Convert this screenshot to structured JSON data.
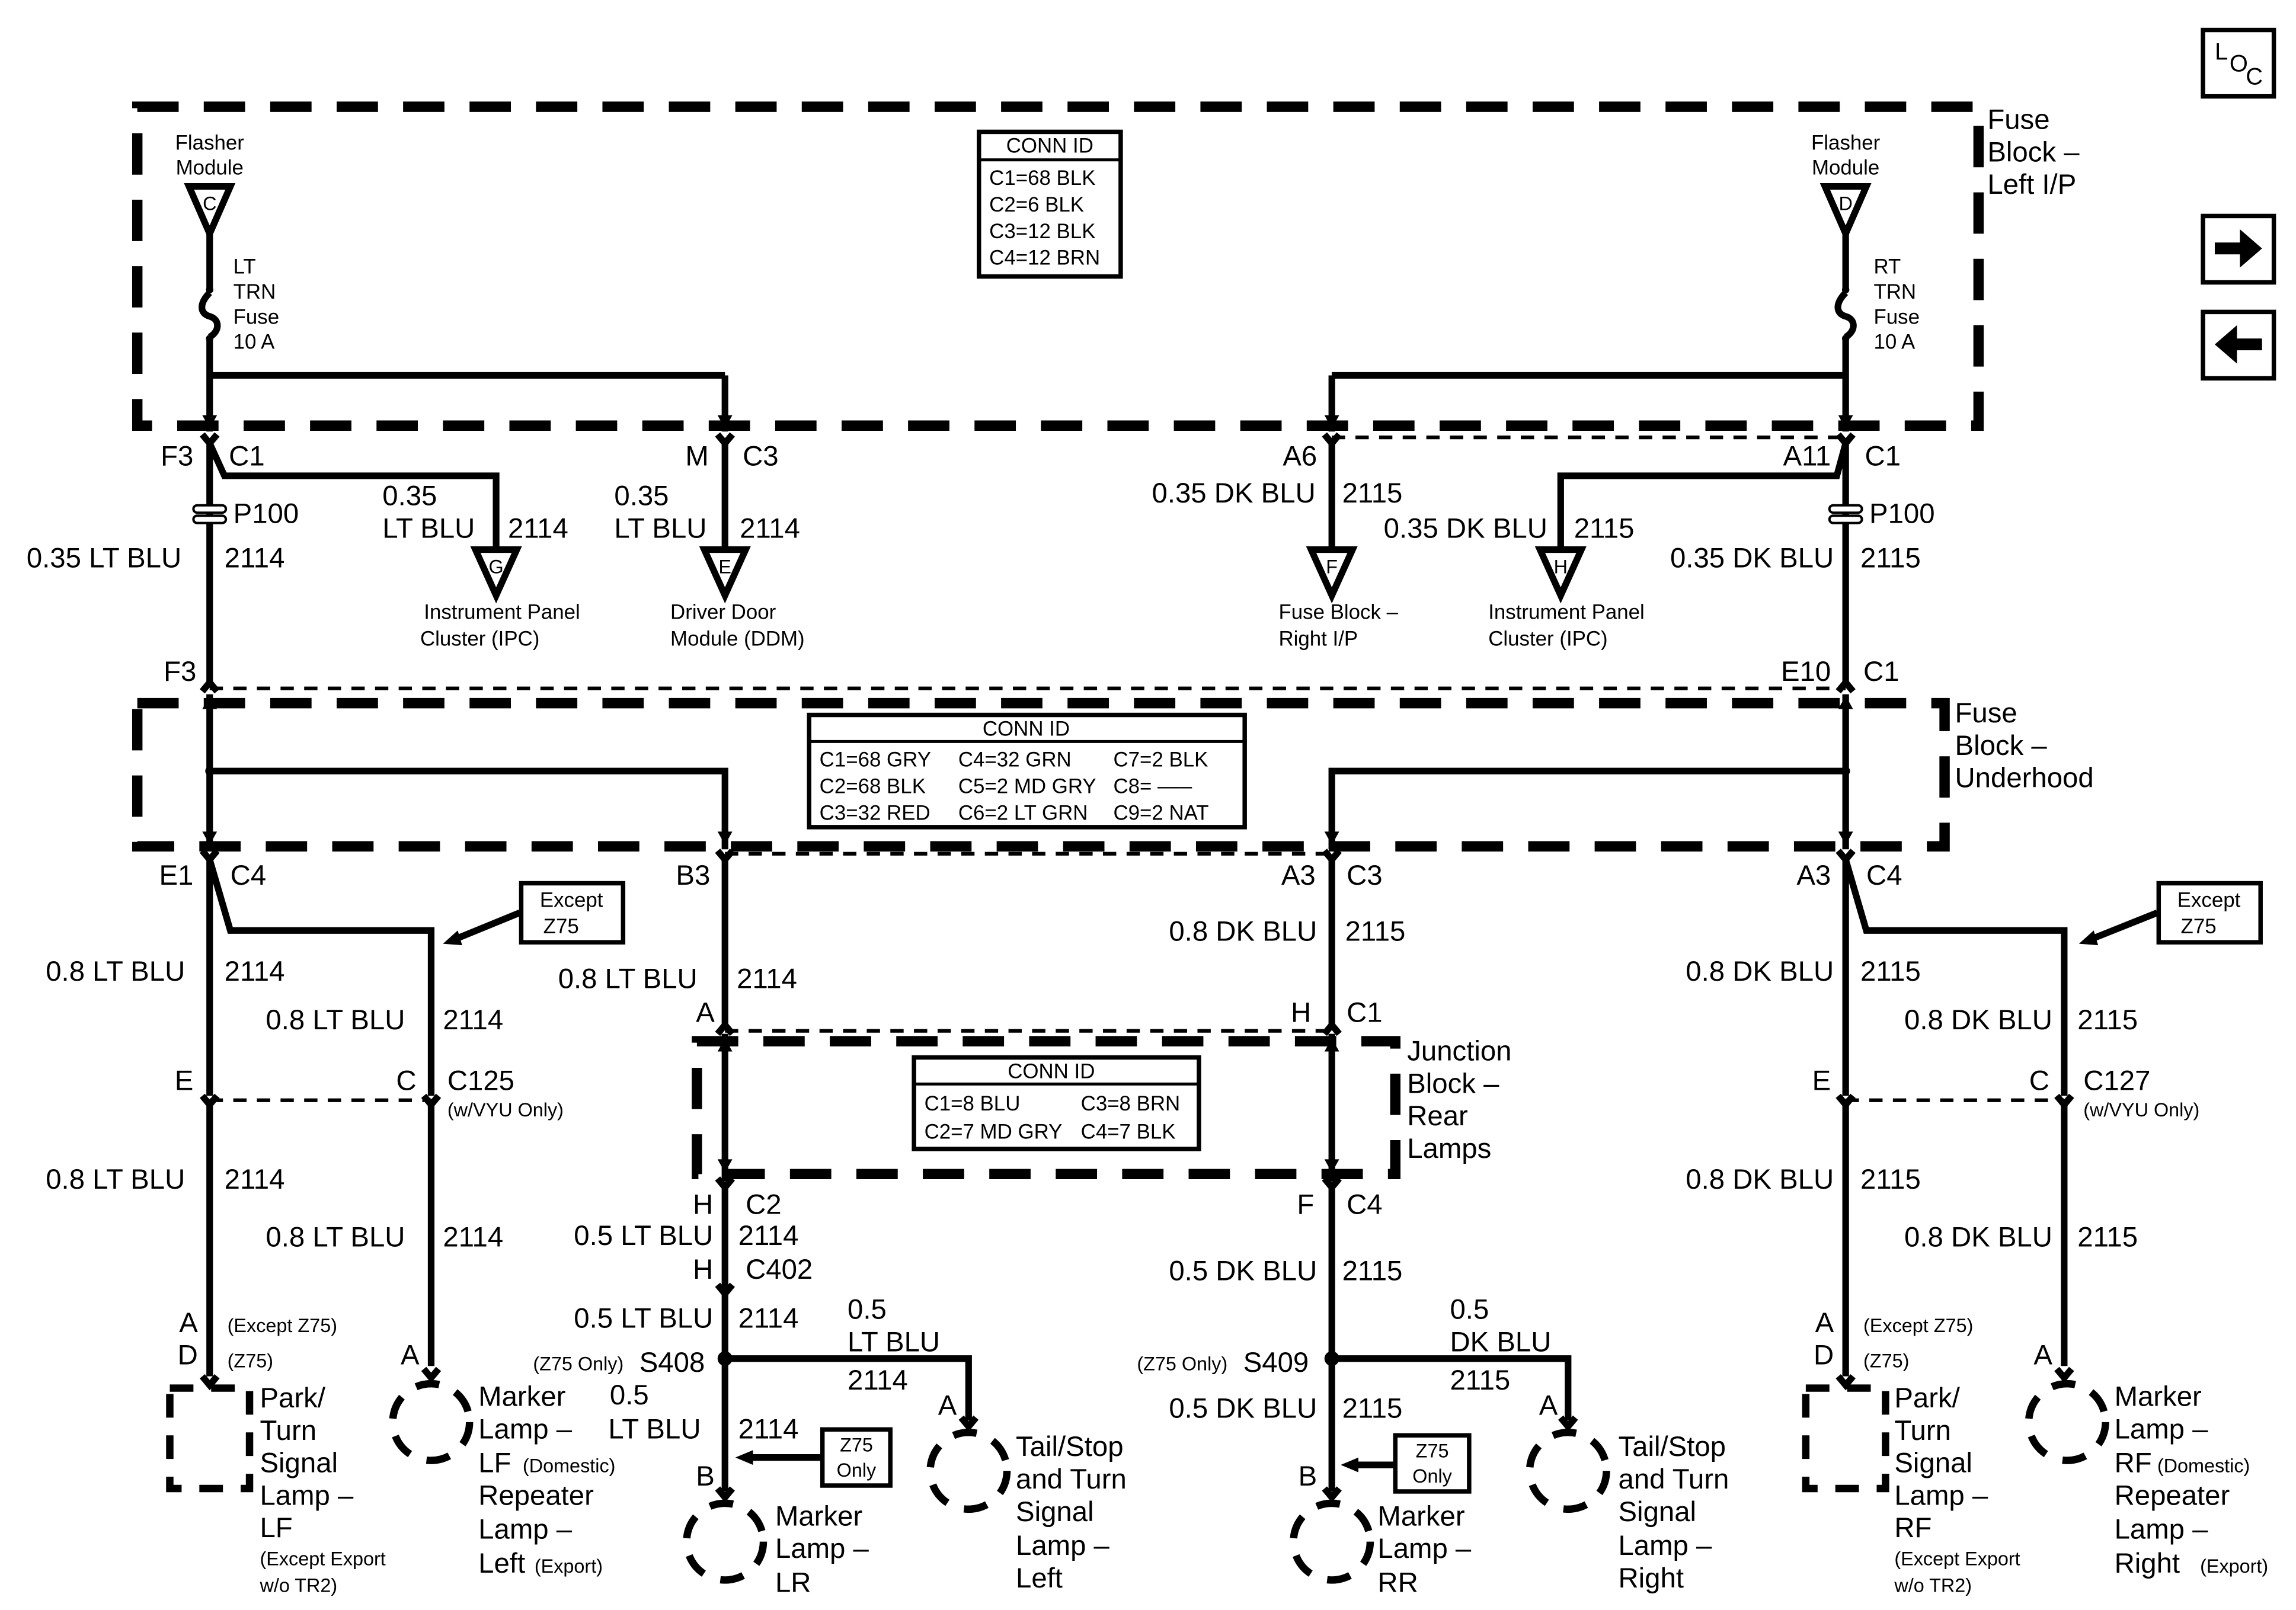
{
  "nav": {
    "loc_icon": "L O C",
    "next_icon": "arrow-right",
    "prev_icon": "arrow-left"
  },
  "fuse_block_lip": {
    "title": [
      "Fuse",
      "Block –",
      "Left I/P"
    ],
    "conn_id": {
      "heading": "CONN ID",
      "rows": [
        "C1=68 BLK",
        "C2=6 BLK",
        "C3=12 BLK",
        "C4=12 BRN"
      ]
    },
    "flasher_left": {
      "name": [
        "Flasher",
        "Module"
      ],
      "letter": "C"
    },
    "flasher_right": {
      "name": [
        "Flasher",
        "Module"
      ],
      "letter": "D"
    },
    "lt_fuse": [
      "LT",
      "TRN",
      "Fuse",
      "10 A"
    ],
    "rt_fuse": [
      "RT",
      "TRN",
      "Fuse",
      "10 A"
    ]
  },
  "upper": {
    "f3": "F3",
    "c1": "C1",
    "m": "M",
    "c3": "C3",
    "a6": "A6",
    "a11": "A11",
    "p100": "P100",
    "lt_blu_main": "0.35 LT BLU",
    "circ_2114": "2114",
    "dk_blu_main": "0.35 DK BLU",
    "circ_2115": "2115",
    "num_035": "0.35",
    "lt_blu": "LT BLU",
    "ipc_g": {
      "letter": "G",
      "name": [
        "Instrument Panel",
        "Cluster (IPC)"
      ]
    },
    "ddm_e": {
      "letter": "E",
      "name": [
        "Driver Door",
        "Module (DDM)"
      ]
    },
    "fb_f": {
      "letter": "F",
      "name": [
        "Fuse Block –",
        "Right I/P"
      ]
    },
    "ipc_h": {
      "letter": "H",
      "name": [
        "Instrument Panel",
        "Cluster (IPC)"
      ]
    },
    "f3_low": "F3",
    "e10": "E10",
    "c1_low": "C1"
  },
  "fuse_block_underhood": {
    "title": [
      "Fuse",
      "Block –",
      "Underhood"
    ],
    "conn_id": {
      "heading": "CONN ID",
      "rows": [
        [
          "C1=68 GRY",
          "C4=32 GRN",
          "C7=2 BLK"
        ],
        [
          "C2=68 BLK",
          "C5=2 MD GRY",
          "C8= –––"
        ],
        [
          "C3=32 RED",
          "C6=2 LT GRN",
          "C9=2 NAT"
        ]
      ]
    },
    "e1": "E1",
    "c4": "C4",
    "b3": "B3",
    "a3": "A3",
    "c3": "C3"
  },
  "except_z75": [
    "Except",
    "Z75"
  ],
  "wires": {
    "lt_blu_08": "0.8 LT BLU",
    "dk_blu_08": "0.8 DK BLU",
    "lt_blu_05": "0.5 LT BLU",
    "dk_blu_05": "0.5 DK BLU",
    "c2114": "2114",
    "c2115": "2115"
  },
  "c125": {
    "e": "E",
    "c": "C",
    "name": "C125",
    "note": "(w/VYU Only)"
  },
  "c127": {
    "e": "E",
    "c": "C",
    "name": "C127",
    "note": "(w/VYU Only)"
  },
  "junction_block": {
    "title": [
      "Junction",
      "Block –",
      "Rear",
      "Lamps"
    ],
    "conn_id": {
      "heading": "CONN ID",
      "rows": [
        [
          "C1=8 BLU",
          "C3=8 BRN"
        ],
        [
          "C2=7 MD GRY",
          "C4=7 BLK"
        ]
      ]
    },
    "a": "A",
    "h_top": "H",
    "c1": "C1",
    "h_bot": "H",
    "c2": "C2",
    "f": "F",
    "c4": "C4"
  },
  "c402": {
    "h": "H",
    "name": "C402"
  },
  "s408": {
    "note": "(Z75 Only)",
    "name": "S408"
  },
  "s409": {
    "note": "(Z75 Only)",
    "name": "S409"
  },
  "z75_only": [
    "Z75",
    "Only"
  ],
  "branch_left": {
    "num": "0.5",
    "color": "LT BLU",
    "circ": "2114"
  },
  "branch_right": {
    "num": "0.5",
    "color": "DK BLU",
    "circ": "2115"
  },
  "mid_left": {
    "num": "0.5",
    "color": "LT BLU",
    "circ": "2114"
  },
  "mid_right": {
    "label": "0.5 DK BLU",
    "circ": "2115"
  },
  "pins": {
    "a": "A",
    "d": "D",
    "b": "B"
  },
  "pin_notes": {
    "except_z75": "(Except Z75)",
    "z75": "(Z75)"
  },
  "lamps": {
    "park_lf": [
      "Park/",
      "Turn",
      "Signal",
      "Lamp –",
      "LF"
    ],
    "park_lf_note": [
      "(Except Export",
      "w/o TR2)"
    ],
    "marker_lf": [
      "Marker",
      "Lamp –",
      "LF",
      "(Domestic)",
      "Repeater",
      "Lamp –",
      "Left",
      "(Export)"
    ],
    "marker_lr": [
      "Marker",
      "Lamp –",
      "LR"
    ],
    "tail_left": [
      "Tail/Stop",
      "and Turn",
      "Signal",
      "Lamp –",
      "Left"
    ],
    "marker_rr": [
      "Marker",
      "Lamp –",
      "RR"
    ],
    "tail_right": [
      "Tail/Stop",
      "and Turn",
      "Signal",
      "Lamp –",
      "Right"
    ],
    "park_rf": [
      "Park/",
      "Turn",
      "Signal",
      "Lamp –",
      "RF"
    ],
    "park_rf_note": [
      "(Except Export",
      "w/o TR2)"
    ],
    "marker_rf": [
      "Marker",
      "Lamp –",
      "RF",
      "(Domestic)",
      "Repeater",
      "Lamp –",
      "Right",
      "(Export)"
    ]
  }
}
